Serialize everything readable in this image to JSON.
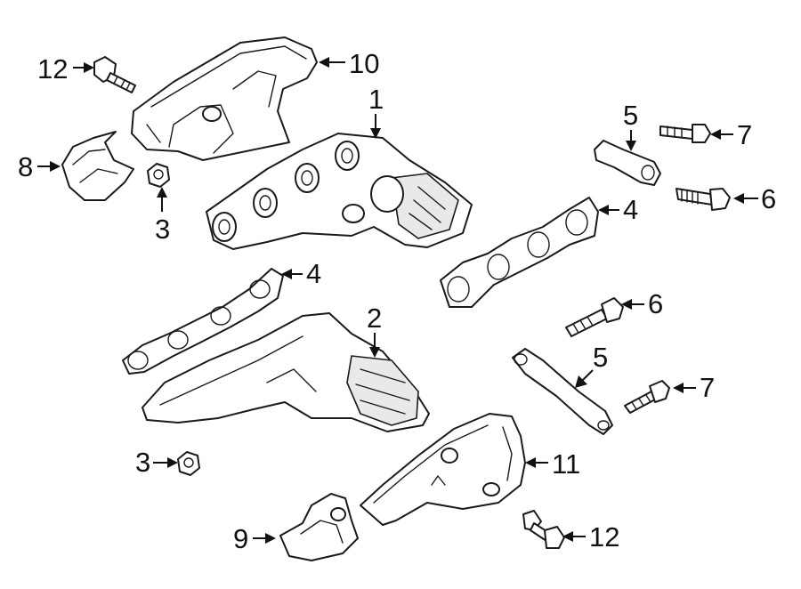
{
  "callouts": [
    {
      "id": "c1",
      "label": "1"
    },
    {
      "id": "c2",
      "label": "2"
    },
    {
      "id": "c3a",
      "label": "3"
    },
    {
      "id": "c3b",
      "label": "3"
    },
    {
      "id": "c4a",
      "label": "4"
    },
    {
      "id": "c4b",
      "label": "4"
    },
    {
      "id": "c5a",
      "label": "5"
    },
    {
      "id": "c5b",
      "label": "5"
    },
    {
      "id": "c6a",
      "label": "6"
    },
    {
      "id": "c6b",
      "label": "6"
    },
    {
      "id": "c7a",
      "label": "7"
    },
    {
      "id": "c7b",
      "label": "7"
    },
    {
      "id": "c8",
      "label": "8"
    },
    {
      "id": "c9",
      "label": "9"
    },
    {
      "id": "c10",
      "label": "10"
    },
    {
      "id": "c11",
      "label": "11"
    },
    {
      "id": "c12a",
      "label": "12"
    },
    {
      "id": "c12b",
      "label": "12"
    }
  ]
}
